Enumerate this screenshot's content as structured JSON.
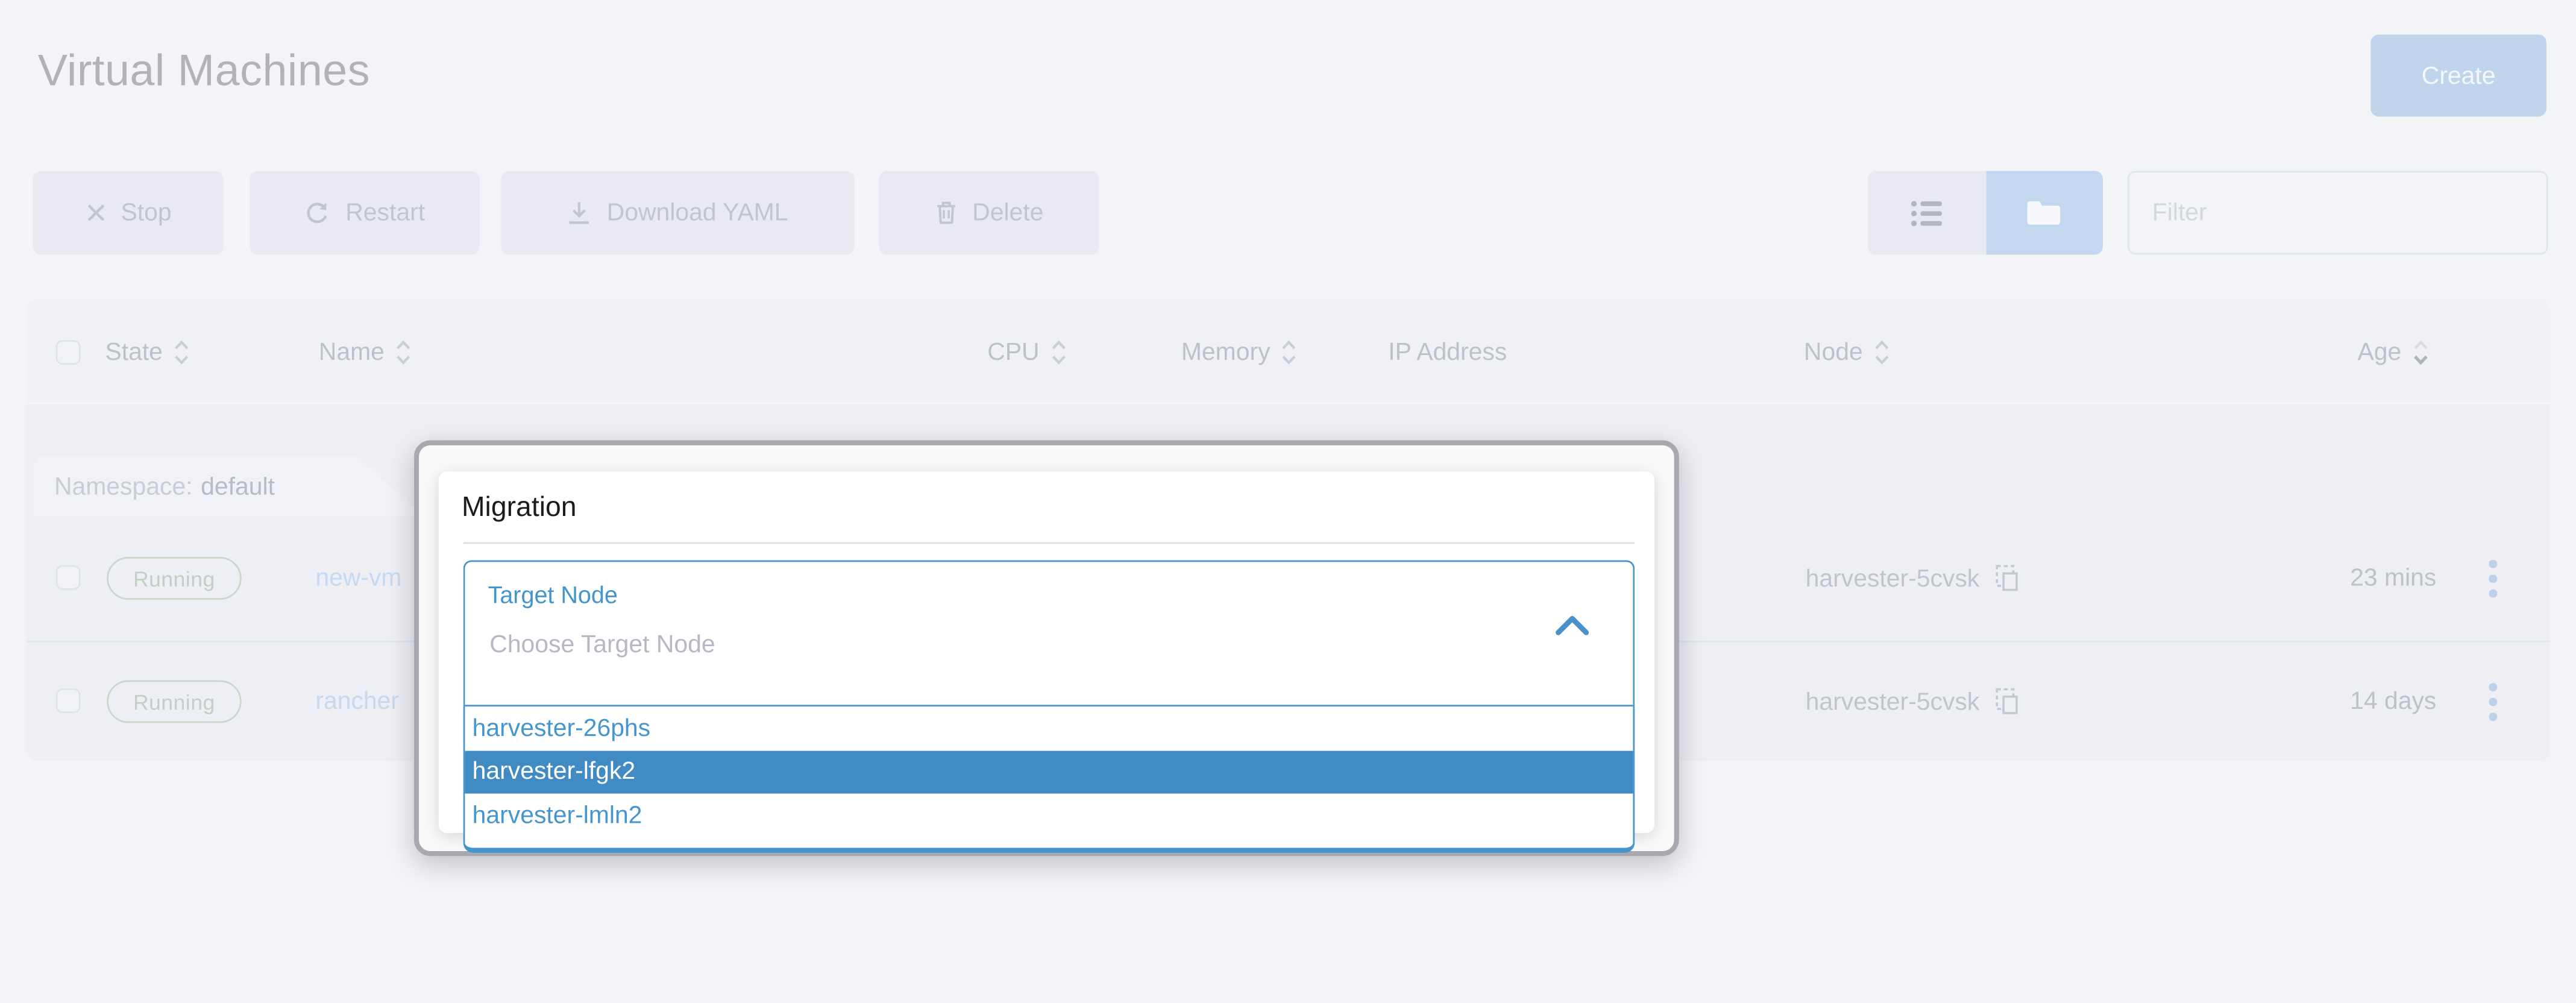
{
  "page": {
    "title": "Virtual Machines"
  },
  "header": {
    "create_label": "Create"
  },
  "toolbar": {
    "stop_label": "Stop",
    "restart_label": "Restart",
    "download_yaml_label": "Download YAML",
    "delete_label": "Delete",
    "filter_placeholder": "Filter",
    "view_toggle": {
      "active": "flat-list",
      "segments": [
        "grouped-list",
        "flat-list"
      ]
    }
  },
  "table": {
    "columns": {
      "state": "State",
      "name": "Name",
      "cpu": "CPU",
      "memory": "Memory",
      "ip": "IP Address",
      "node": "Node",
      "age": "Age"
    },
    "sorted_column": "Age",
    "sort_direction": "desc",
    "group": {
      "key": "Namespace:",
      "value": "default"
    },
    "rows": [
      {
        "state": "Running",
        "name": "new-vm",
        "node": "harvester-5cvsk",
        "age": "23 mins"
      },
      {
        "state": "Running",
        "name": "rancher",
        "node": "harvester-5cvsk",
        "age": "14 days"
      }
    ]
  },
  "modal": {
    "title": "Migration",
    "field_label": "Target Node",
    "placeholder": "Choose Target Node",
    "options": [
      "harvester-26phs",
      "harvester-lfgk2",
      "harvester-lmln2"
    ],
    "highlighted_option": "harvester-lfgk2"
  },
  "colors": {
    "accent_blue": "#4494cd",
    "option_highlight": "#418bc5",
    "modal_border": "#a8a8b0",
    "dimmed_link": "#c6d9ee",
    "dimmed_badge_green": "#c2cfc4",
    "page_background": "#f3f4f8",
    "table_background": "#edeff4"
  }
}
